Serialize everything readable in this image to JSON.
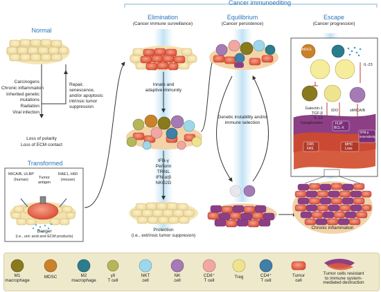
{
  "titles": {
    "cancer_immunoediting": "Cancer immunoediting",
    "normal": "Normal",
    "transformed": "Transformed",
    "elimination": "Elimination",
    "elimination_sub": "(Cancer immune surveillance)",
    "equilibrium": "Equilibrium",
    "equilibrium_sub": "(Cancer persistence)",
    "escape": "Escape",
    "escape_sub": "(Cancer progression)"
  },
  "left_column": {
    "causes": [
      "Carcinogens",
      "Chronic inflammation",
      "Inherited genetic",
      "mutations",
      "Radiation",
      "Viral infection"
    ],
    "repair": [
      "Repair,",
      "senescence,",
      "and/or apoptosis:",
      "intrinsic tumor",
      "suppression"
    ],
    "loss": [
      "Loss of polarity",
      "Loss of ECM contact"
    ],
    "transformed_labels": {
      "mica": "MICA/B, ULBP",
      "human": "(human)",
      "tumor": "Tumor",
      "antigen": "antigen",
      "rae": "RAE1, H60",
      "mouse": "(mouse)",
      "danger": "Danger",
      "danger_detail": "(i.e., uric acid and ECM products)"
    }
  },
  "elimination": {
    "innate": [
      "Innate and",
      "adaptive immunity"
    ],
    "cytokines": [
      "IFN-γ",
      "Perforin",
      "TRAIL",
      "IFN-α/β",
      "NKG2D"
    ],
    "protection": "Protection",
    "protection_sub": "(i.e., extrinsic tumor suppresion)"
  },
  "equilibrium": {
    "genetic": [
      "Genetic instability and/or",
      "immune selection"
    ]
  },
  "escape": {
    "arg1": "ARG1",
    "il23": "IL-23",
    "galectin": [
      "Galectin-1",
      "TGF-β",
      "IL-10",
      "Gangliosides"
    ],
    "ido": "IDO",
    "smica": "sMICA/B",
    "flip": "FLIP",
    "bclx": "BCL-X",
    "dr5": "DR5",
    "fas": "FAS",
    "ifn_gamma_insens": [
      "IFN-γ",
      "insensitivity"
    ],
    "mhc": "MHC",
    "loss": "Loss",
    "chronic": "Chronic inflammation"
  },
  "legend": [
    {
      "label": [
        "M1",
        "macrophage"
      ],
      "color": "#8a7a1e"
    },
    {
      "label": [
        "MDSC"
      ],
      "color": "#c9822a"
    },
    {
      "label": [
        "M2",
        "macrophage"
      ],
      "color": "#2a7d8c"
    },
    {
      "label": [
        "γδ",
        "T cell"
      ],
      "color": "#b6b55a"
    },
    {
      "label": [
        "NKT",
        "cell"
      ],
      "color": "#9fd7ea"
    },
    {
      "label": [
        "NK",
        "cell"
      ],
      "color": "#a57bb5"
    },
    {
      "label": [
        "CD8⁺",
        "T cell"
      ],
      "color": "#f1a7a3"
    },
    {
      "label": [
        "Treg"
      ],
      "color": "#eee48f"
    },
    {
      "label": [
        "CD4⁺",
        "T cell"
      ],
      "color": "#3f7fa8"
    },
    {
      "label": [
        "Tumor",
        "cell"
      ],
      "color": "#e25a3a"
    },
    {
      "label": [
        "Tumor cells resistant",
        "to immune system-",
        "mediated destruction"
      ],
      "color": "#8d3f86"
    }
  ]
}
